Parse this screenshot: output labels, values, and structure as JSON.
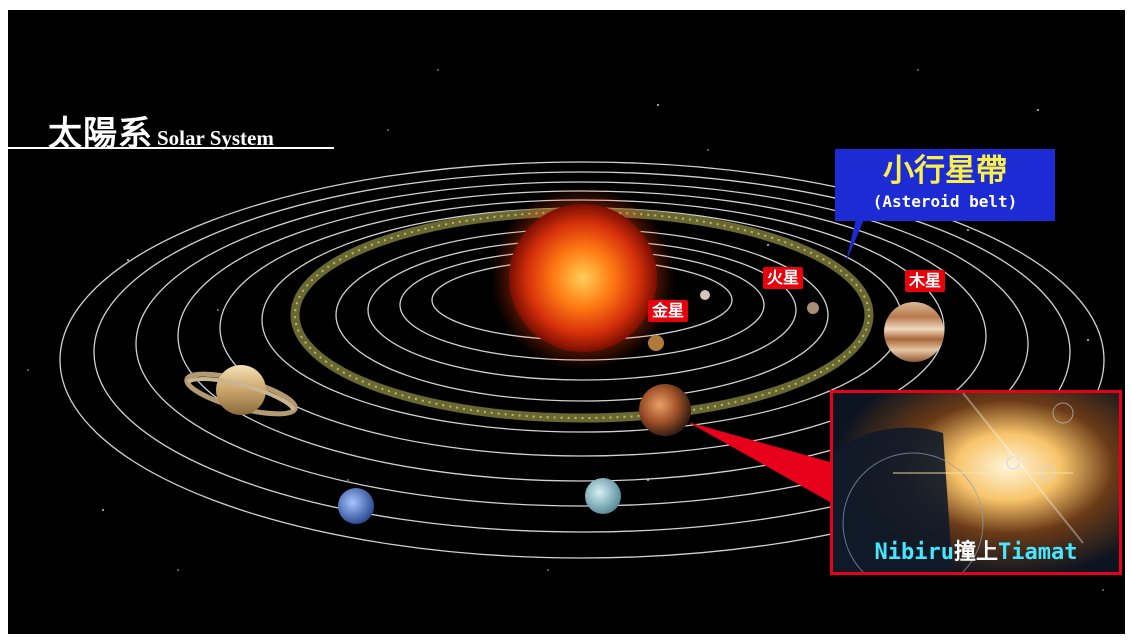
{
  "title": {
    "zh": "太陽系",
    "en": "Solar System"
  },
  "labels": {
    "venus": "金星",
    "mars": "火星",
    "jupiter": "木星"
  },
  "asteroid_belt": {
    "zh": "小行星帶",
    "en": "(Asteroid belt)"
  },
  "inset": {
    "left": "Nibiru",
    "middle": "撞上",
    "right": "Tiamat"
  },
  "colors": {
    "background": "#000000",
    "label_red": "#e8000b",
    "belt_box": "#1d2bd4",
    "belt_text": "#fbf04a",
    "caption_cyan": "#46e6ff"
  }
}
